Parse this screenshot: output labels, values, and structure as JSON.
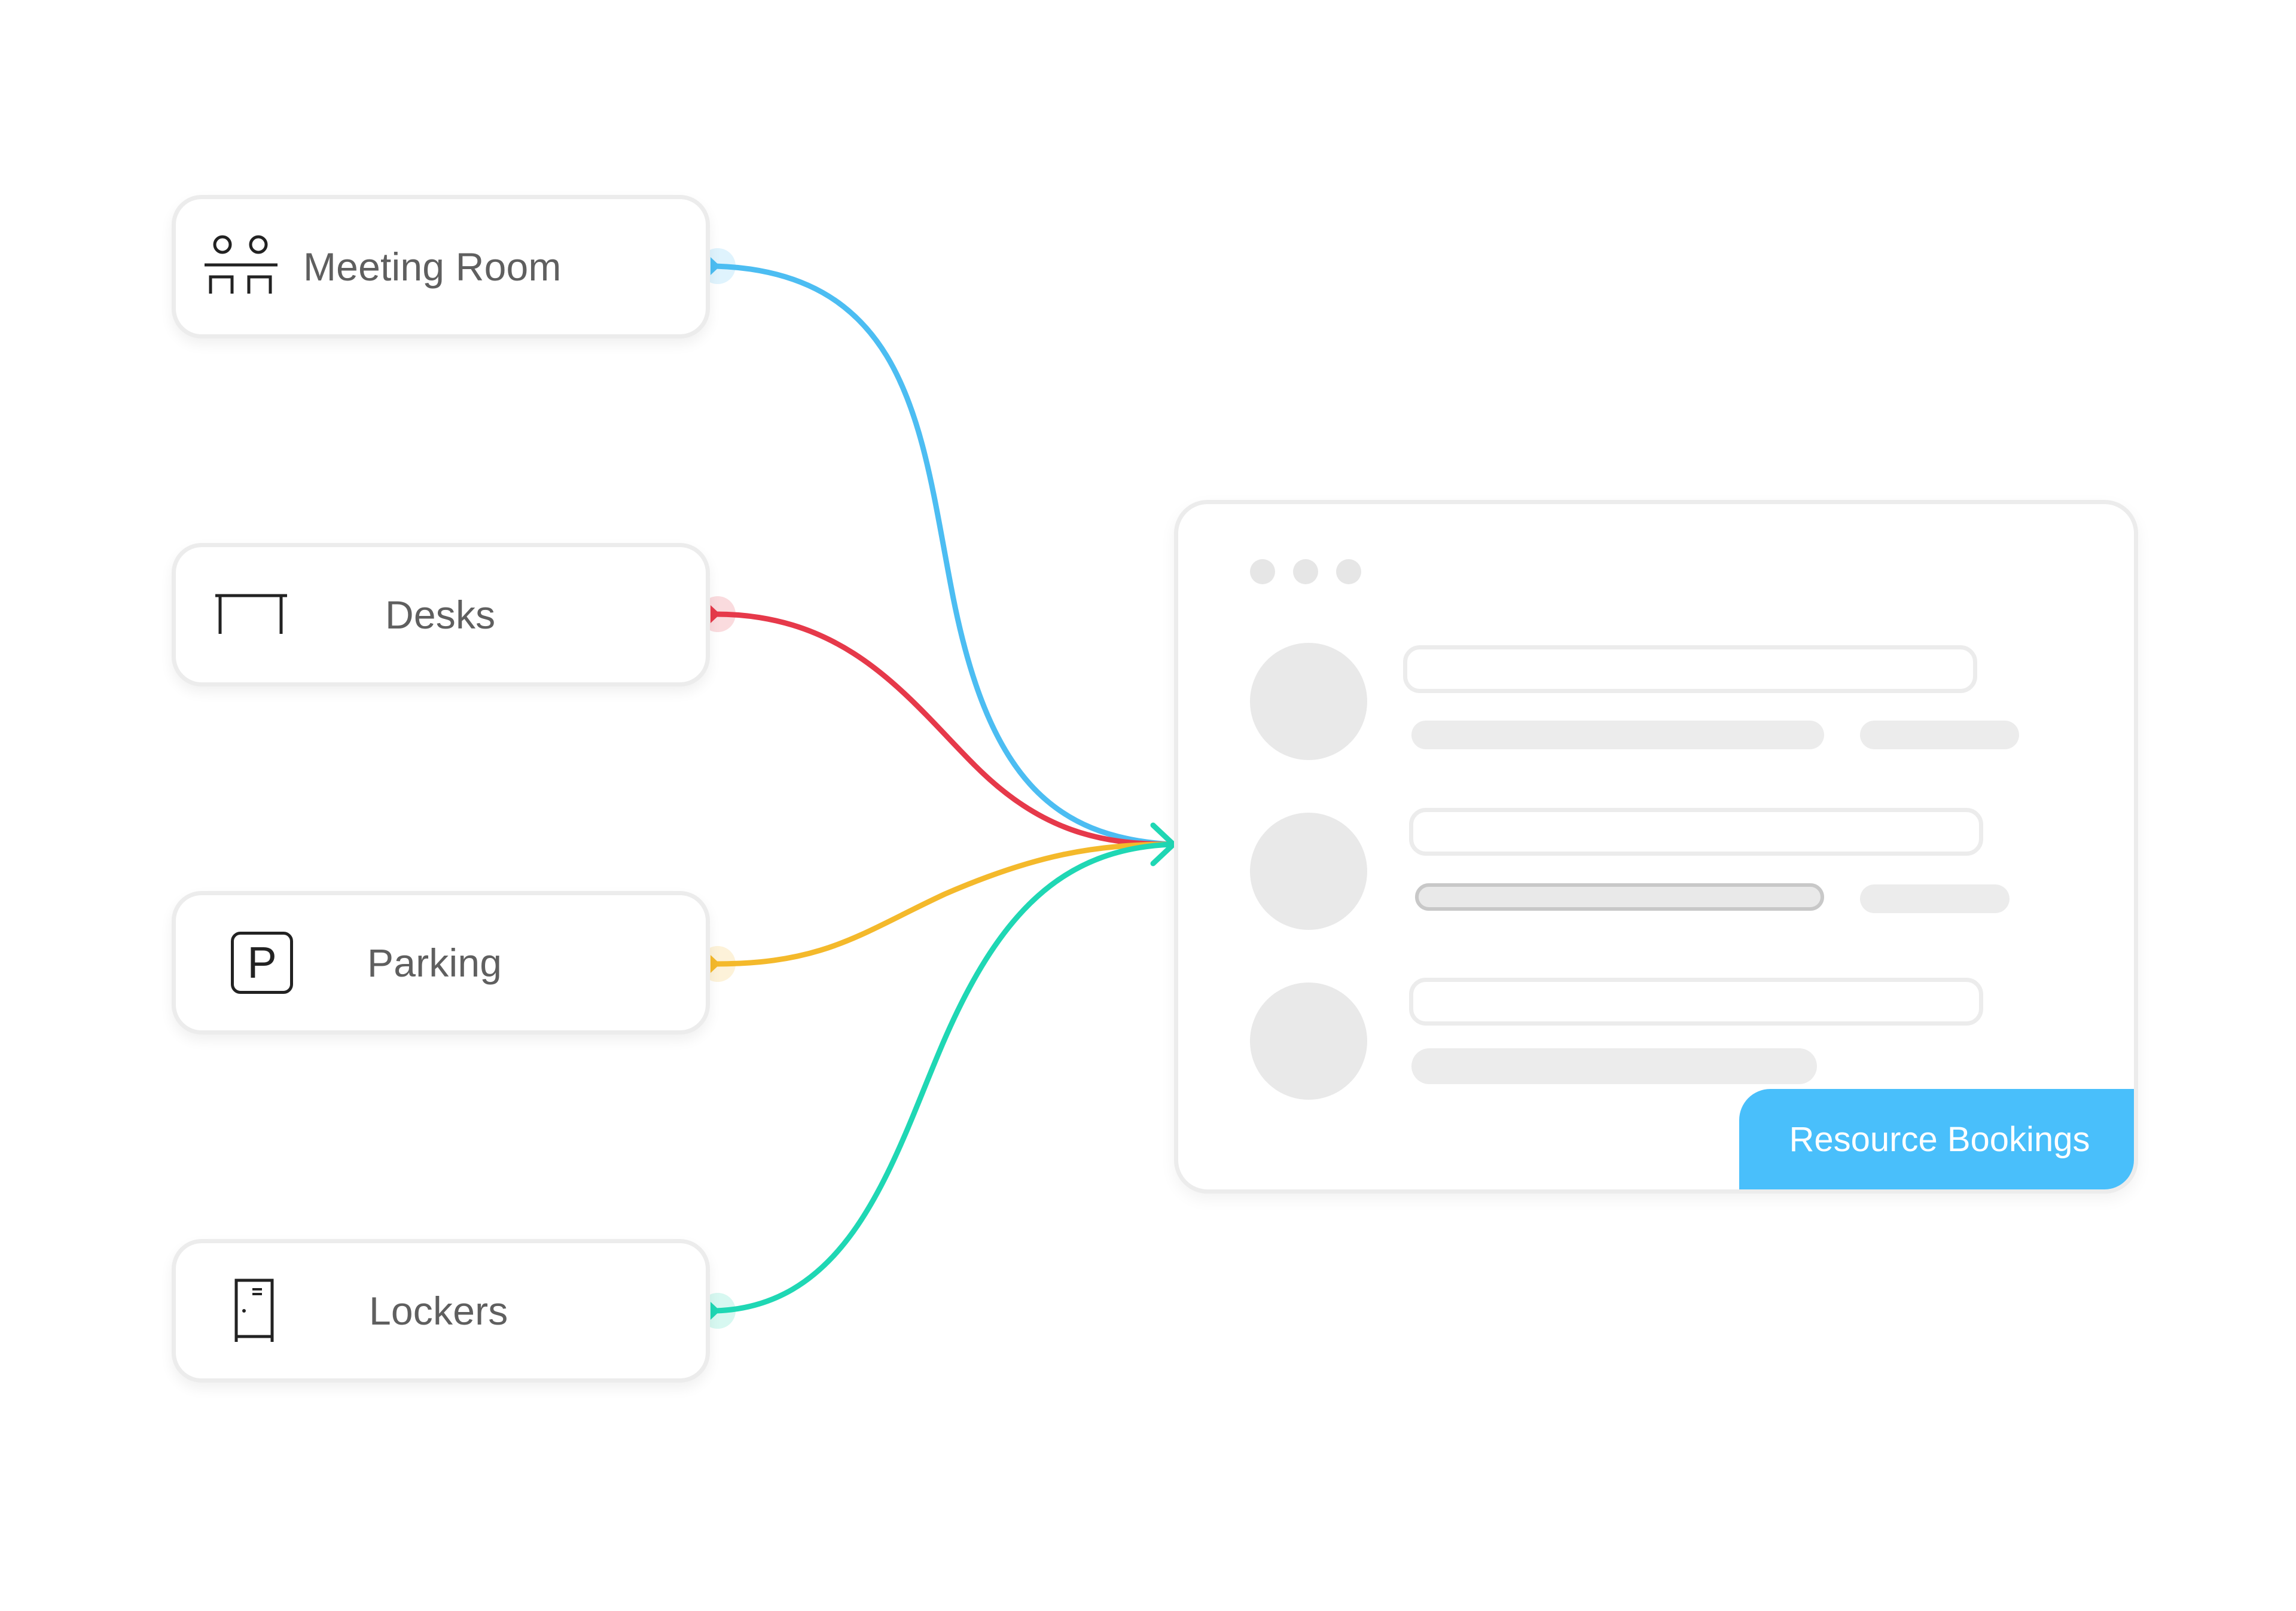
{
  "colors": {
    "meeting_room": "#4cbdf2",
    "desks": "#e6394a",
    "parking": "#f4b92b",
    "lockers": "#1fd7b4",
    "accent": "#49bffb",
    "border": "#ececec",
    "placeholder": "#e9e9e9",
    "text": "#5f5f5f"
  },
  "resources": [
    {
      "label": "Meeting Room",
      "icon": "meeting-room-icon"
    },
    {
      "label": "Desks",
      "icon": "desk-icon"
    },
    {
      "label": "Parking",
      "icon": "parking-icon"
    },
    {
      "label": "Lockers",
      "icon": "locker-icon"
    }
  ],
  "parking_icon_letter": "P",
  "app_window": {
    "window_controls": [
      "dot",
      "dot",
      "dot"
    ],
    "tag": "Resource Bookings"
  }
}
